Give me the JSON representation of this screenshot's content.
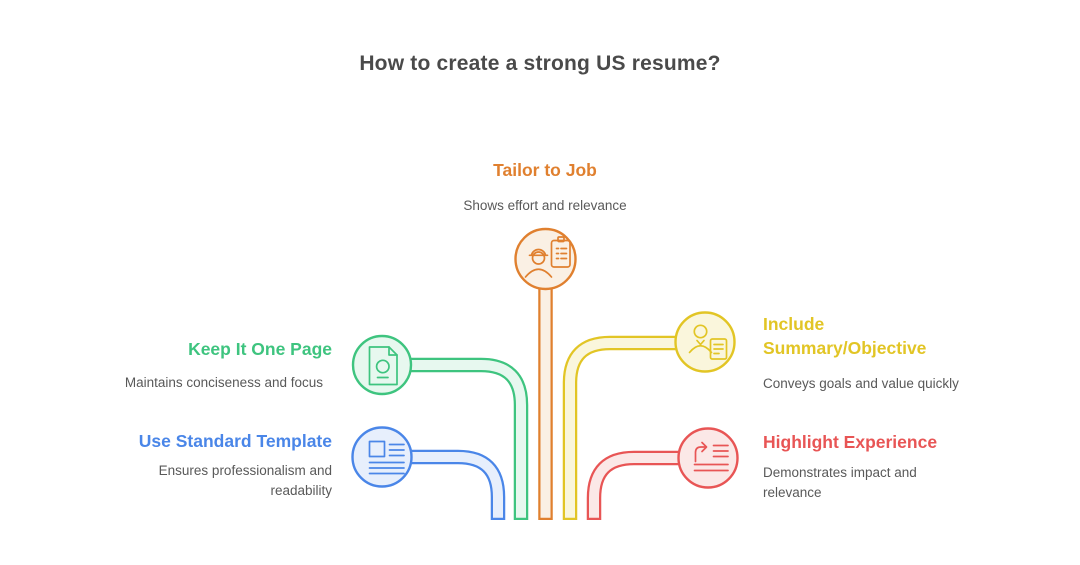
{
  "title": "How to create a strong US resume?",
  "title_color": "#4A4A4A",
  "description_color": "#595959",
  "background_color": "#FFFFFF",
  "branches": [
    {
      "id": "tailor-to-job",
      "label": "Tailor to Job",
      "description": "Shows effort and relevance",
      "color": "#E0802F",
      "fill": "#FAF0E4",
      "icon": "worker-clipboard-icon",
      "position": "top-center"
    },
    {
      "id": "keep-it-one-page",
      "label": "Keep It One Page",
      "description": "Maintains conciseness and focus",
      "color": "#3EC47F",
      "fill": "#E7F8EF",
      "icon": "document-page-icon",
      "position": "left-upper"
    },
    {
      "id": "use-standard-template",
      "label": "Use Standard Template",
      "description": "Ensures professionalism and readability",
      "color": "#4A86E8",
      "fill": "#E7EFFC",
      "icon": "layout-template-icon",
      "position": "left-lower"
    },
    {
      "id": "include-summary-objective",
      "label": "Include Summary/Objective",
      "description": "Conveys goals and value quickly",
      "color": "#E2C525",
      "fill": "#FAF6DC",
      "icon": "person-document-icon",
      "position": "right-upper"
    },
    {
      "id": "highlight-experience",
      "label": "Highlight Experience",
      "description": "Demonstrates impact and relevance",
      "color": "#E85555",
      "fill": "#FBE8E7",
      "icon": "arrow-list-icon",
      "position": "right-lower"
    }
  ]
}
